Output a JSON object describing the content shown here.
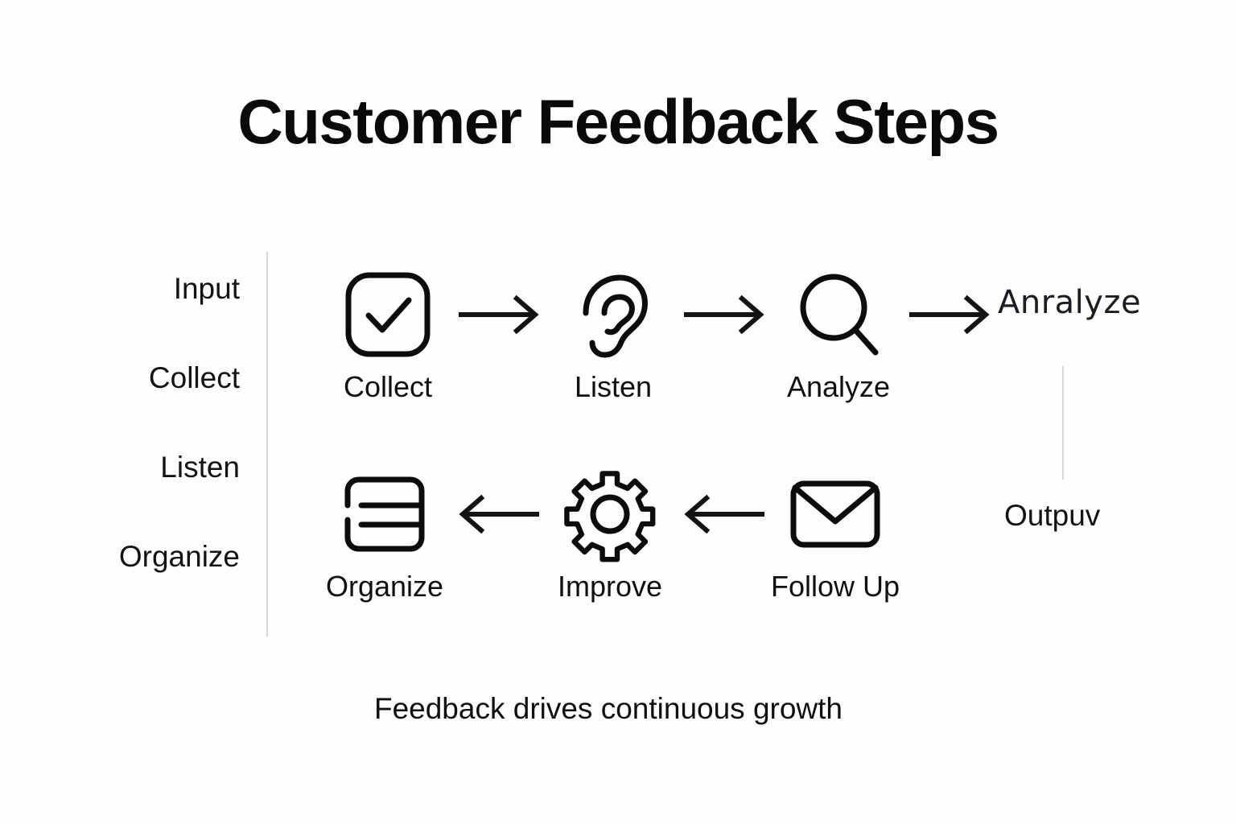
{
  "page": {
    "title": "Customer Feedback Steps",
    "footer_caption": "Feedback drives continuous growth",
    "background_color": "#fdfdfb",
    "ink_color": "#101010",
    "divider_color": "#d8d8d8"
  },
  "index_column": {
    "items": [
      {
        "label": "Input"
      },
      {
        "label": "Collect"
      },
      {
        "label": "Listen"
      },
      {
        "label": "Organize"
      }
    ]
  },
  "flow": {
    "top_row": {
      "steps": [
        {
          "label": "Collect",
          "icon": "check-square-icon"
        },
        {
          "label": "Listen",
          "icon": "ear-icon"
        },
        {
          "label": "Analyze",
          "icon": "magnifier-icon"
        }
      ],
      "connectors": [
        {
          "icon": "arrow-right-icon"
        },
        {
          "icon": "arrow-right-icon"
        },
        {
          "icon": "arrow-right-icon"
        }
      ]
    },
    "bottom_row": {
      "steps": [
        {
          "label": "Organize",
          "icon": "list-box-icon"
        },
        {
          "label": "Improve",
          "icon": "gear-icon"
        },
        {
          "label": "Follow Up",
          "icon": "envelope-icon"
        }
      ],
      "connectors": [
        {
          "icon": "arrow-left-icon"
        },
        {
          "icon": "arrow-left-icon"
        }
      ]
    }
  },
  "annotations": {
    "analyze_tag": "Anralyze",
    "output_tag": "Outpuv"
  }
}
